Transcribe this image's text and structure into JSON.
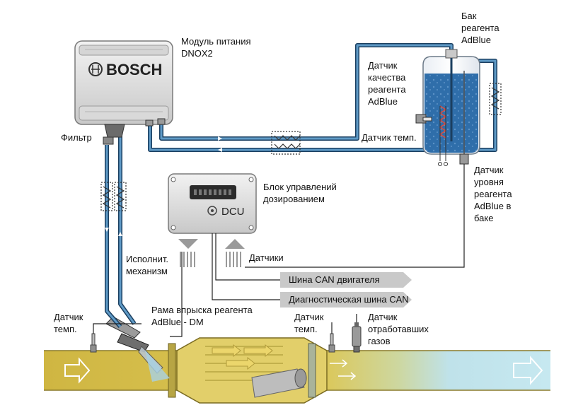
{
  "labels": {
    "power_module": "Модуль питания DNOX2",
    "tank": "Бак реагента AdBlue",
    "quality_sensor": "Датчик качества реагента AdBlue",
    "tank_temp_sensor": "Датчик темп.",
    "filter": "Фильтр",
    "dcu_block": "Блок управлений дозированием",
    "level_sensor": "Датчик уровня реагента AdBlue в баке",
    "actuator": "Исполнит. механизм",
    "sensors": "Датчики",
    "can_engine": "Шина CAN двигателя",
    "can_diag": "Диагностическая шина CAN",
    "dosing_module": "Рама впрыска реагента AdBlue - DM",
    "temp_sensor_left": "Датчик темп.",
    "temp_sensor_right": "Датчик темп.",
    "exhaust_sensor": "Датчик отработавших газов"
  },
  "module_brand": "BOSCH",
  "dcu_label": "DCU",
  "colors": {
    "pipe": "#4a86b4",
    "reagent": "#2d6fae",
    "exhaust_dirty": "#d6c04c",
    "exhaust_clean": "#bfe4ee",
    "housing": "#e4e4e4",
    "bus_banner": "#c9c9c9"
  }
}
